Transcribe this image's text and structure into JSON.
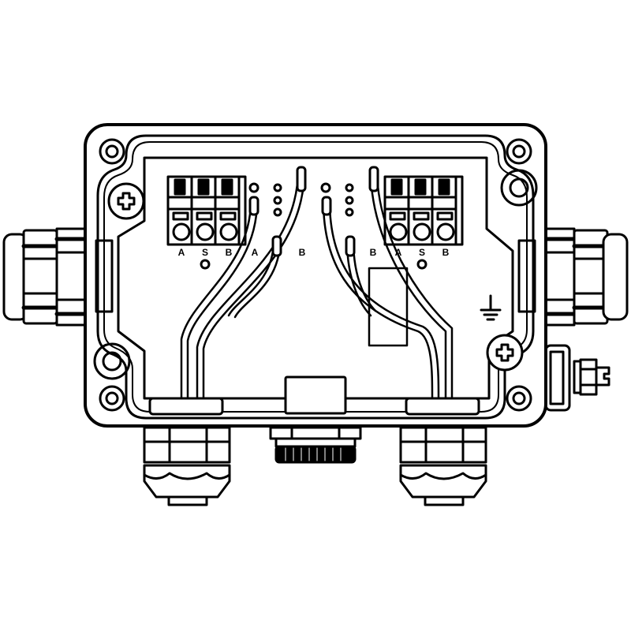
{
  "diagram": {
    "type": "junction-box-line-drawing",
    "stroke_color": "#000000",
    "background": "#ffffff",
    "terminal_blocks": {
      "left": {
        "labels": [
          "A",
          "S",
          "B"
        ],
        "wire_labels": [
          "A",
          "B"
        ]
      },
      "right": {
        "labels": [
          "A",
          "S",
          "B"
        ],
        "wire_labels": [
          "B"
        ]
      }
    },
    "symbols": [
      "ground-symbol",
      "screw-left",
      "screw-right"
    ],
    "components": [
      "enclosure",
      "left-cable-gland",
      "right-cable-gland",
      "bottom-left-cable-gland",
      "bottom-right-cable-gland",
      "center-connector",
      "ground-stud"
    ]
  }
}
